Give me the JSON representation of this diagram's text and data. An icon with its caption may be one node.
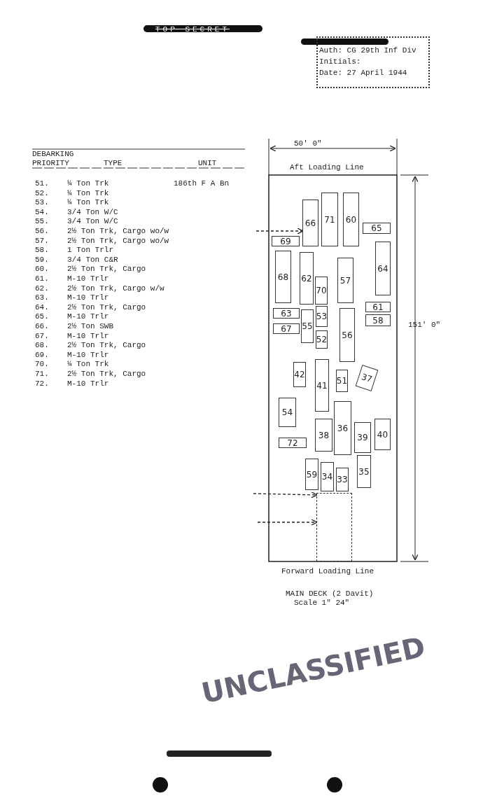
{
  "diagram": {
    "nodes": [
      {
        "text": [
          "71"
        ]
      },
      {
        "text": [
          "60"
        ]
      },
      {
        "text": [
          "66"
        ]
      },
      {
        "text": [
          "65"
        ]
      },
      {
        "text": [
          "69"
        ]
      },
      {
        "text": [
          "64"
        ]
      },
      {
        "text": [
          "68"
        ]
      },
      {
        "text": [
          "62"
        ]
      },
      {
        "text": [
          "57"
        ]
      },
      {
        "text": [
          "70"
        ]
      },
      {
        "text": [
          "61"
        ]
      },
      {
        "text": [
          "53"
        ]
      },
      {
        "text": [
          "63"
        ]
      },
      {
        "text": [
          "55"
        ]
      },
      {
        "text": [
          "56"
        ]
      },
      {
        "text": [
          "58"
        ]
      },
      {
        "text": [
          "67"
        ]
      },
      {
        "text": [
          "52"
        ]
      },
      {
        "text": [
          "41"
        ]
      },
      {
        "text": [
          "42"
        ]
      },
      {
        "text": [
          "37"
        ]
      },
      {
        "text": [
          "51"
        ]
      },
      {
        "text": [
          "54"
        ]
      },
      {
        "text": [
          "36"
        ]
      },
      {
        "text": [
          "40"
        ]
      },
      {
        "text": [
          "38"
        ]
      },
      {
        "text": [
          "39"
        ]
      },
      {
        "text": [
          "72"
        ]
      },
      {
        "text": [
          "35"
        ]
      },
      {
        "text": [
          "59"
        ]
      },
      {
        "text": [
          "34"
        ]
      },
      {
        "text": [
          "33"
        ]
      },
      {
        "text": [],
        "shape": "box"
      }
    ],
    "edges": [
      {
        "from": null,
        "to": 2,
        "arrow": "to",
        "style": "dashed"
      },
      {
        "from": null,
        "to": 32,
        "arrow": "to",
        "style": "dashed"
      },
      {
        "from": null,
        "to": 32,
        "arrow": "to",
        "style": "dashed"
      }
    ],
    "labels": [
      "TOP SECRET",
      "Auth: CG 29th Inf Div",
      "Initials:",
      "Date: 27 April 1944",
      "DEBARKING PRIORITY",
      "TYPE",
      "UNIT",
      "51.",
      "¼ Ton Trk",
      "186th F A Bn",
      "52.",
      "¼ Ton Trk",
      "53.",
      "¼ Ton Trk",
      "54.",
      "3/4 Ton W/C",
      "55.",
      "3/4 Ton W/C",
      "56.",
      "2½ Ton Trk, Cargo wo/w",
      "57.",
      "2½ Ton Trk, Cargo wo/w",
      "58.",
      "1 Ton Trlr",
      "59.",
      "3/4 Ton C&R",
      "60.",
      "2½ Ton Trk, Cargo",
      "61.",
      "M-10 Trlr",
      "62.",
      "2½ Ton Trk, Cargo w/w",
      "63.",
      "M-10 Trlr",
      "64.",
      "2½ Ton Trk, Cargo",
      "65.",
      "M-10 Trlr",
      "66.",
      "2½ Ton SWB",
      "67.",
      "M-10 Trlr",
      "68.",
      "2½ Ton Trk, Cargo",
      "69.",
      "M-10 Trlr",
      "70.",
      "¼ Ton Trk",
      "71.",
      "2½ Ton Trk, Cargo",
      "72.",
      "M-10 Trlr",
      "50' 0\"",
      "Aft Loading Line",
      "151' 0\"",
      "Forward Loading Line",
      "MAIN DECK (2 Davit)",
      "Scale 1\" 24\"",
      "UNCLASSIFIED"
    ]
  }
}
